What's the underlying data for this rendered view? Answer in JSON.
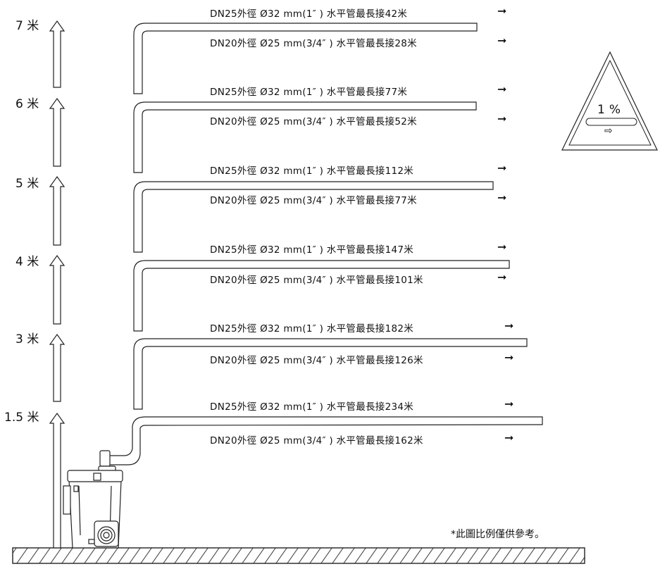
{
  "levels": [
    {
      "height": "7 米",
      "dn25": "DN25外徑 Ø32 mm(1″ ) 水平管最長接42米",
      "dn20": "DN20外徑 Ø25 mm(3/4″ ) 水平管最長接28米"
    },
    {
      "height": "6 米",
      "dn25": "DN25外徑 Ø32 mm(1″ ) 水平管最長接77米",
      "dn20": "DN20外徑 Ø25 mm(3/4″ ) 水平管最長接52米"
    },
    {
      "height": "5 米",
      "dn25": "DN25外徑 Ø32 mm(1″ ) 水平管最長接112米",
      "dn20": "DN20外徑 Ø25 mm(3/4″ ) 水平管最長接77米"
    },
    {
      "height": "4 米",
      "dn25": "DN25外徑 Ø32 mm(1″ ) 水平管最長接147米",
      "dn20": "DN20外徑 Ø25 mm(3/4″ ) 水平管最長接101米"
    },
    {
      "height": "3 米",
      "dn25": "DN25外徑 Ø32 mm(1″ ) 水平管最長接182米",
      "dn20": "DN20外徑 Ø25 mm(3/4″ ) 水平管最長接126米"
    },
    {
      "height": "1.5 米",
      "dn25": "DN25外徑 Ø32 mm(1″ ) 水平管最長接234米",
      "dn20": "DN20外徑 Ø25 mm(3/4″ ) 水平管最長接162米"
    }
  ],
  "arrow_glyph": "➞",
  "slope_sign": {
    "text": "1 %",
    "arrow": "⇨"
  },
  "footnote": "*此圖比例僅供參考。"
}
